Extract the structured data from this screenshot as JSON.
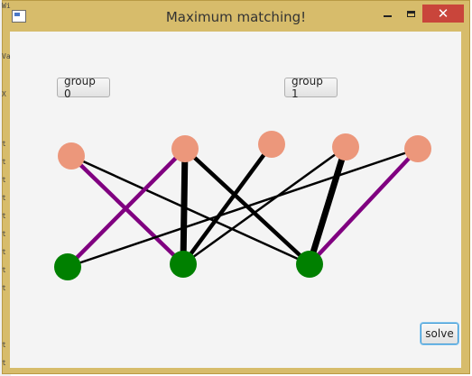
{
  "window": {
    "title": "Maximum matching!",
    "close_label": "✕"
  },
  "background_app_text": [
    "Wi",
    "Va",
    "X",
    "t",
    "t",
    "t",
    "t",
    "t",
    "t",
    "t",
    "t",
    "t",
    "t",
    "t"
  ],
  "buttons": {
    "group0": "group 0",
    "group1": "group 1",
    "solve": "solve"
  },
  "colors": {
    "top_node": "#ec977b",
    "bottom_node": "#008000",
    "matching_edge": "#800080",
    "edge": "#000000",
    "title_bar": "#d7bc6b",
    "close_button": "#c9453b",
    "focus_ring": "#3c9ad6"
  },
  "graph": {
    "top_nodes": [
      "t0",
      "t1",
      "t2",
      "t3",
      "t4"
    ],
    "bottom_nodes": [
      "b0",
      "b1",
      "b2"
    ],
    "edges": [
      {
        "from": "t0",
        "to": "b1",
        "weight": 2,
        "matched": true
      },
      {
        "from": "t0",
        "to": "b2",
        "weight": 1,
        "matched": false
      },
      {
        "from": "t1",
        "to": "b0",
        "weight": 2,
        "matched": true
      },
      {
        "from": "t1",
        "to": "b1",
        "weight": 3,
        "matched": false
      },
      {
        "from": "t1",
        "to": "b2",
        "weight": 2,
        "matched": false
      },
      {
        "from": "t2",
        "to": "b1",
        "weight": 2,
        "matched": false
      },
      {
        "from": "t3",
        "to": "b1",
        "weight": 1,
        "matched": false
      },
      {
        "from": "t3",
        "to": "b2",
        "weight": 3,
        "matched": false
      },
      {
        "from": "t4",
        "to": "b0",
        "weight": 1,
        "matched": false
      },
      {
        "from": "t4",
        "to": "b2",
        "weight": 2,
        "matched": true
      }
    ]
  }
}
